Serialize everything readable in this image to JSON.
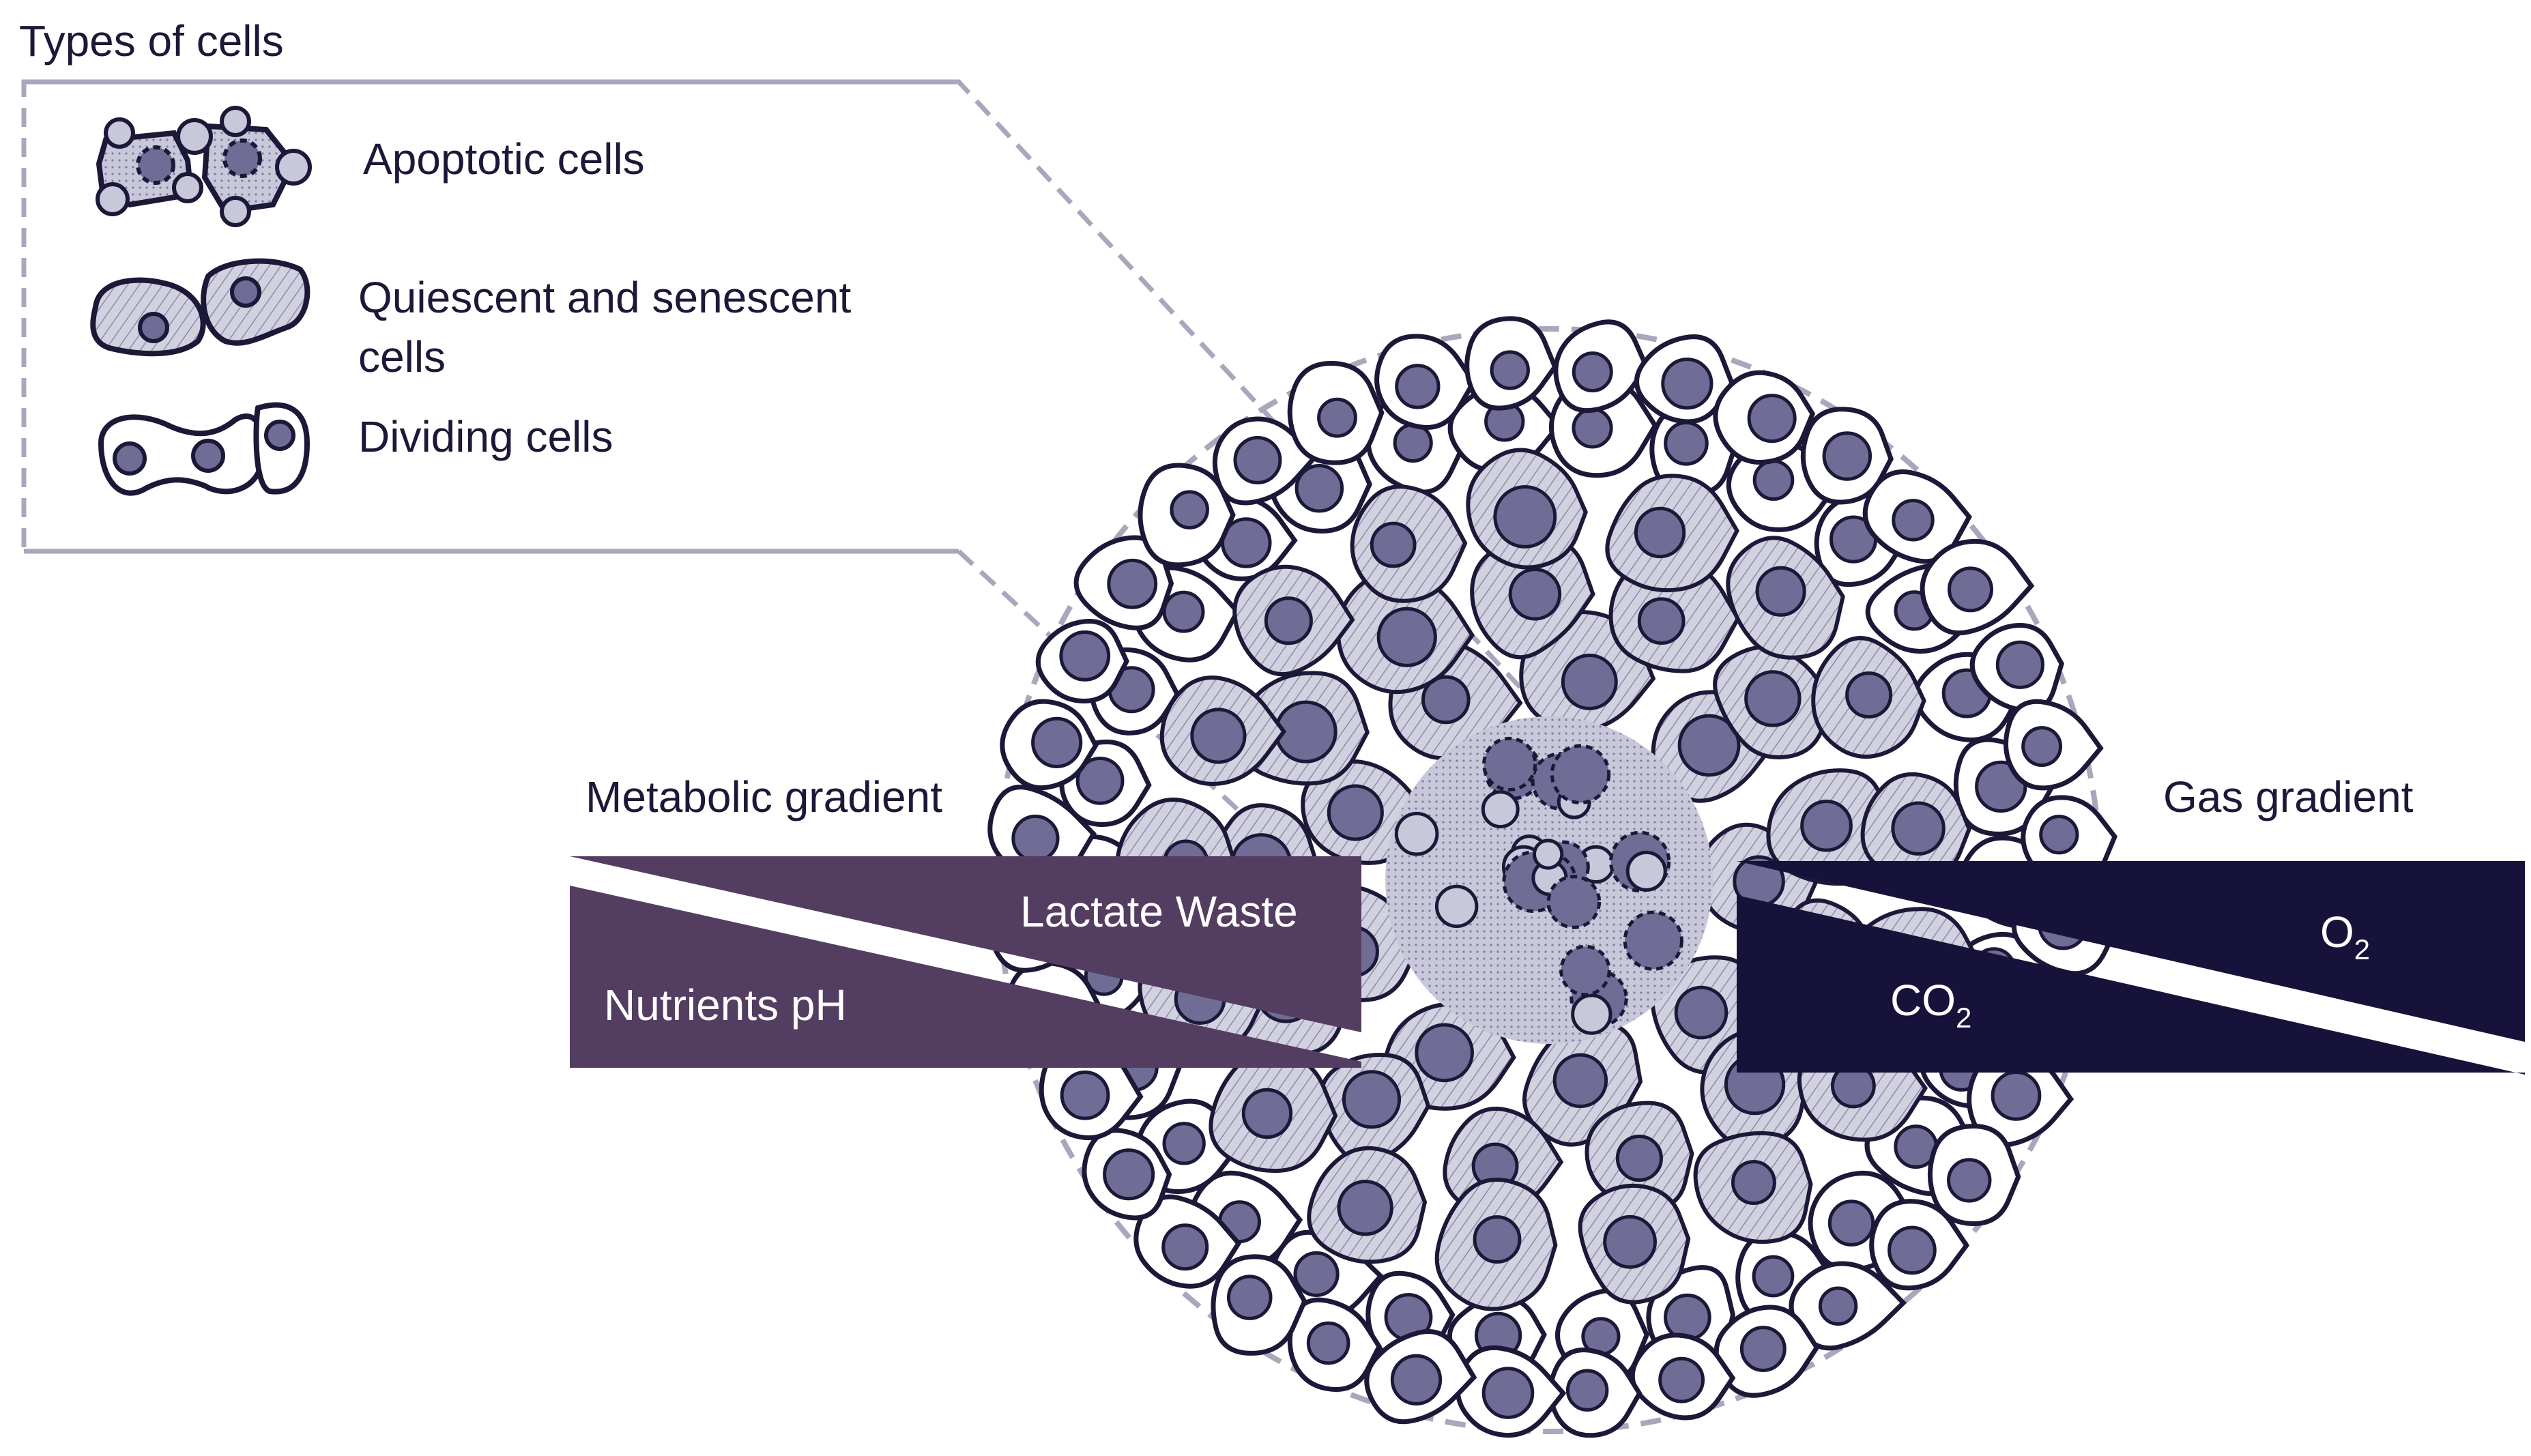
{
  "legend": {
    "title": "Types of cells",
    "items": [
      {
        "type": "apoptotic",
        "label": "Apoptotic cells"
      },
      {
        "type": "quiescent",
        "label_lines": [
          "Quiescent and senescent",
          "cells"
        ]
      },
      {
        "type": "dividing",
        "label": "Dividing cells"
      }
    ]
  },
  "metabolic": {
    "title": "Metabolic gradient",
    "upper_label": "Lactate Waste",
    "lower_label": "Nutrients pH"
  },
  "gas": {
    "title": "Gas gradient",
    "upper_label": "O",
    "upper_sub": "2",
    "lower_label": "CO",
    "lower_sub": "2"
  },
  "colors": {
    "ink": "#1c1838",
    "nucleus": "#6f6d96",
    "necrotic_fill": "#c9c8da",
    "quiescent_fill": "#d2d1e0",
    "dashed_outline": "#a8a7bb",
    "metabolic_band": "#533d60",
    "gas_band": "#17123a"
  }
}
